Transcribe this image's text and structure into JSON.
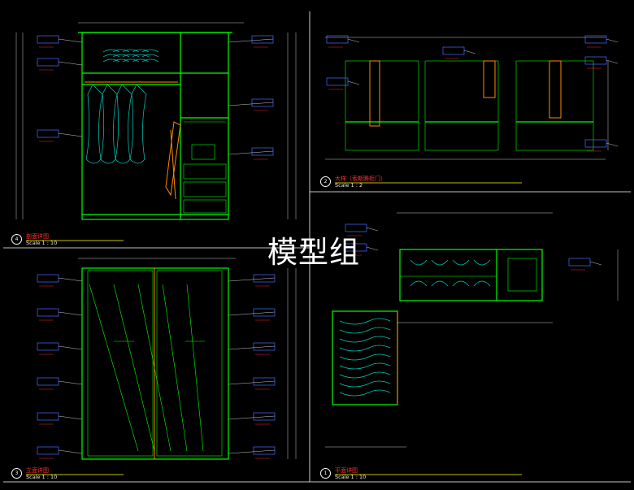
{
  "watermark": "模型组",
  "panels": [
    {
      "num": "4",
      "title": "剖面详图",
      "scale": "Scale 1 : 10"
    },
    {
      "num": "2",
      "title": "大样（索斯腾柜门）",
      "scale": "Scale 1 : 2"
    },
    {
      "num": "3",
      "title": "立面详图",
      "scale": "Scale 1 : 10"
    },
    {
      "num": "1",
      "title": "平面详图",
      "scale": "Scale 1 : 10"
    }
  ],
  "colors": {
    "background": "#000000",
    "frame": "#ffffff",
    "cabinet": "#00ff00",
    "hanger": "#00d0c0",
    "dimension": "#c8c8c8",
    "material_tag": "#4a6bff",
    "note": "#ff2020",
    "wood": "#ff8a00",
    "underline": "#ffff00"
  }
}
